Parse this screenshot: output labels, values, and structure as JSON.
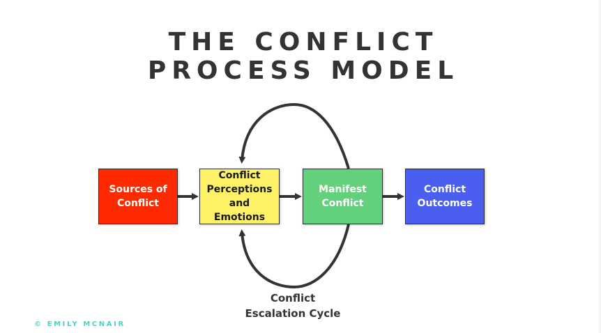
{
  "title": {
    "line1": "THE CONFLICT",
    "line2": "PROCESS MODEL"
  },
  "boxes": {
    "sources": {
      "label": "Sources of\nConflict",
      "color": "#ff2a00"
    },
    "perceptions": {
      "label": "Conflict\nPerceptions\nand\nEmotions",
      "color": "#fff266"
    },
    "manifest": {
      "label": "Manifest\nConflict",
      "color": "#63d17c"
    },
    "outcomes": {
      "label": "Conflict\nOutcomes",
      "color": "#4a5ef0"
    }
  },
  "cycle_label": "Conflict\nEscalation Cycle",
  "copyright": "© EMILY MCNAIR",
  "colors": {
    "title_text": "#333333",
    "arrow": "#333333",
    "copyright": "#3fd8c8"
  }
}
